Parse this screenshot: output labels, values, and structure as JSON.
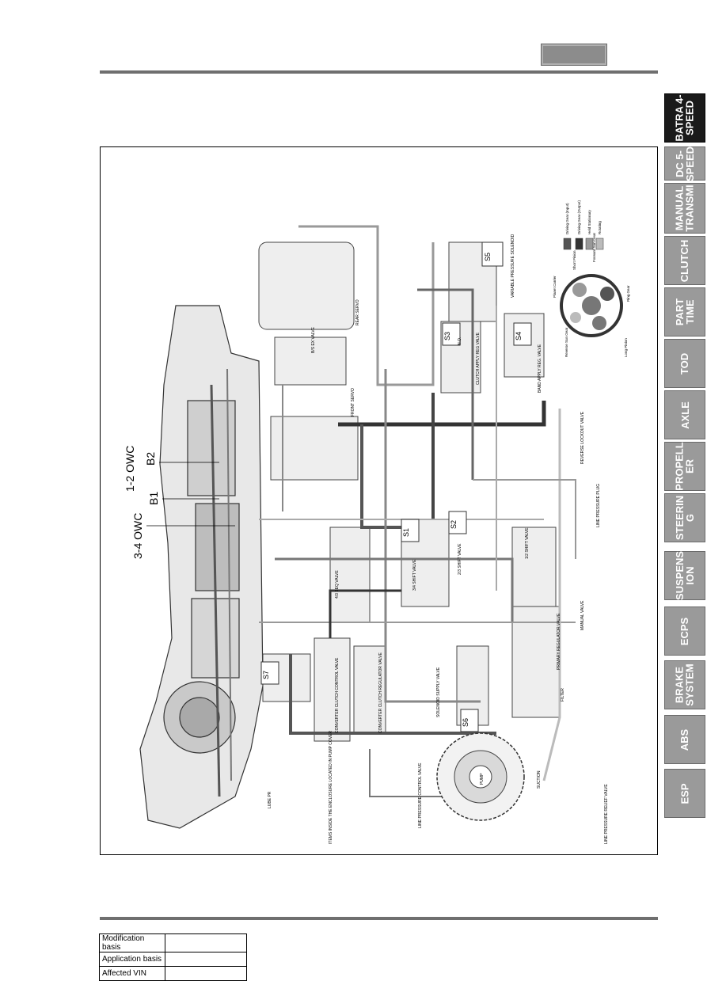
{
  "side_tabs": [
    {
      "label": "BATRA 4-SPEED",
      "lines": [
        "BATRA 4-",
        "SPEED"
      ],
      "active": true
    },
    {
      "label": "DC 5-SPEED",
      "lines": [
        "DC 5-",
        "SPEED"
      ],
      "active": false
    },
    {
      "label": "MANUAL TRANSMI",
      "lines": [
        "MANUAL",
        "TRANSMI"
      ],
      "active": false
    },
    {
      "label": "CLUTCH",
      "lines": [
        "CLUTCH"
      ],
      "active": false
    },
    {
      "label": "PART TIME",
      "lines": [
        "PART",
        "TIME"
      ],
      "active": false
    },
    {
      "label": "TOD",
      "lines": [
        "TOD"
      ],
      "active": false
    },
    {
      "label": "AXLE",
      "lines": [
        "AXLE"
      ],
      "active": false
    },
    {
      "label": "PROPELLER",
      "lines": [
        "PROPELL",
        "ER"
      ],
      "active": false
    },
    {
      "label": "STEERING",
      "lines": [
        "STEERIN",
        "G"
      ],
      "active": false
    },
    {
      "label": "SUSPENSION",
      "lines": [
        "SUSPENS",
        "ION"
      ],
      "active": false
    },
    {
      "label": "ECPS",
      "lines": [
        "ECPS"
      ],
      "active": false
    },
    {
      "label": "BRAKE SYSTEM",
      "lines": [
        "BRAKE",
        "SYSTEM"
      ],
      "active": false
    },
    {
      "label": "ABS",
      "lines": [
        "ABS"
      ],
      "active": false
    },
    {
      "label": "ESP",
      "lines": [
        "ESP"
      ],
      "active": false
    }
  ],
  "diagram": {
    "large_labels": [
      "3-4 OWC",
      "1-2 OWC",
      "B1",
      "B2"
    ],
    "solenoids": [
      "S1",
      "S2",
      "S3",
      "S4",
      "S5",
      "S6",
      "S7"
    ],
    "component_labels": [
      "REAR SERVO",
      "B/S EX VALVE",
      "FRONT SERVO",
      "VARIABLE PRESSURE SOLENOID",
      "CLUTCH APPLY REG VALVE",
      "BAND APPLY REG. VALVE",
      "REVERSE LOCKOUT VALVE",
      "LINE PRESSURE PLUG",
      "MANUAL VALVE",
      "PRIMARY REGULATOR VALVE",
      "FILTER",
      "LINE PRESSURE RELIEF VALVE",
      "SUCTION",
      "PUMP",
      "LINE PRESSURE CONTROL VALVE",
      "SOLENOID SUPPLY VALVE",
      "CONVERTER CLUTCH REGULATOR VALVE",
      "CONVERTER CLUTCH CONTROL VALVE",
      "ITEMS INSIDE THE ENCLOSURE LOCATED IN PUMP COVER",
      "LUBE PR",
      "1/2 SHIFT VALVE",
      "2/3 SHIFT VALVE",
      "3/4 SHIFT VALVE",
      "4/3 SEQ VALVE",
      "N.O."
    ],
    "legend": [
      "Driving Gear (Input)",
      "Driving Gear (Output)",
      "Held Stationary",
      "Rotating"
    ],
    "gear_labels": [
      "Planet Carrier",
      "Short Pinion",
      "Forward Sun Gear",
      "Ring Gear",
      "Long Pinion",
      "Reverse Sun Gear"
    ],
    "legend_colors": [
      "#555555",
      "#333333",
      "#999999",
      "#bbbbbb"
    ]
  },
  "basis_table": [
    {
      "label": "Modification basis",
      "value": ""
    },
    {
      "label": "Application basis",
      "value": ""
    },
    {
      "label": "Affected VIN",
      "value": ""
    }
  ]
}
